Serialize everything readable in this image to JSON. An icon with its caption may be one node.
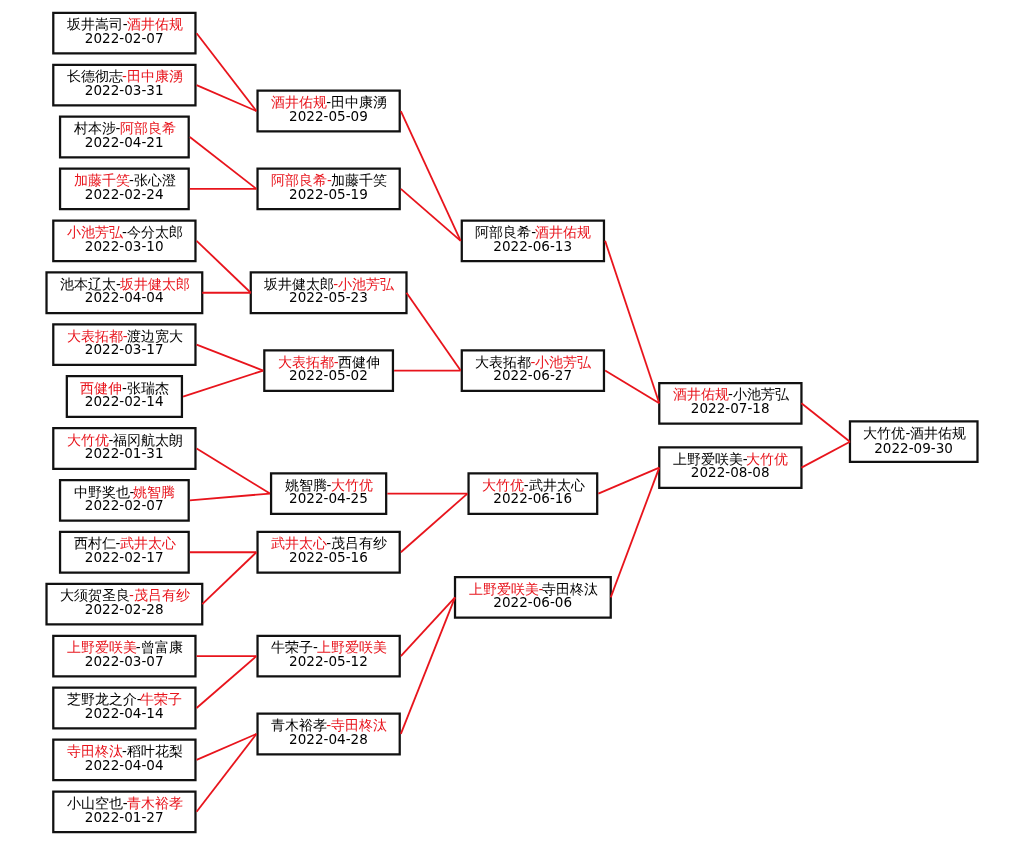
{
  "diagram": {
    "nodes": [
      {
        "text": [
          "坂井嵩司-酒井佑规",
          "2022-02-07"
        ]
      },
      {
        "text": [
          "长德彻志-田中康湧",
          "2022-03-31"
        ]
      },
      {
        "text": [
          "村本涉-阿部良希",
          "2022-04-21"
        ]
      },
      {
        "text": [
          "加藤千笑-张心澄",
          "2022-02-24"
        ]
      },
      {
        "text": [
          "小池芳弘-今分太郎",
          "2022-03-10"
        ]
      },
      {
        "text": [
          "池本辽太-坂井健太郎",
          "2022-04-04"
        ]
      },
      {
        "text": [
          "大表拓都-渡边宽大",
          "2022-03-17"
        ]
      },
      {
        "text": [
          "西健伸-张瑞杰",
          "2022-02-14"
        ]
      },
      {
        "text": [
          "大竹优-福冈航太朗",
          "2022-01-31"
        ]
      },
      {
        "text": [
          "中野奖也-姚智腾",
          "2022-02-07"
        ]
      },
      {
        "text": [
          "西村仁-武井太心",
          "2022-02-17"
        ]
      },
      {
        "text": [
          "大须贺圣良-茂吕有纱",
          "2022-02-28"
        ]
      },
      {
        "text": [
          "上野爱咲美-曾富康",
          "2022-03-07"
        ]
      },
      {
        "text": [
          "芝野龙之介-牛荣子",
          "2022-04-14"
        ]
      },
      {
        "text": [
          "寺田柊汰-稻叶花梨",
          "2022-04-04"
        ]
      },
      {
        "text": [
          "小山空也-青木裕孝",
          "2022-01-27"
        ]
      },
      {
        "text": [
          "酒井佑规-田中康湧",
          "2022-05-09"
        ]
      },
      {
        "text": [
          "阿部良希-加藤千笑",
          "2022-05-19"
        ]
      },
      {
        "text": [
          "坂井健太郎-小池芳弘",
          "2022-05-23"
        ]
      },
      {
        "text": [
          "大表拓都-西健伸",
          "2022-05-02"
        ]
      },
      {
        "text": [
          "姚智腾-大竹优",
          "2022-04-25"
        ]
      },
      {
        "text": [
          "武井太心-茂吕有纱",
          "2022-05-16"
        ]
      },
      {
        "text": [
          "牛荣子-上野爱咲美",
          "2022-05-12"
        ]
      },
      {
        "text": [
          "青木裕孝-寺田柊汰",
          "2022-04-28"
        ]
      },
      {
        "text": [
          "阿部良希-酒井佑规",
          "2022-06-13"
        ]
      },
      {
        "text": [
          "大表拓都-小池芳弘",
          "2022-06-27"
        ]
      },
      {
        "text": [
          "大竹优-武井太心",
          "2022-06-16"
        ]
      },
      {
        "text": [
          "上野爱咲美-寺田柊汰",
          "2022-06-06"
        ]
      },
      {
        "text": [
          "酒井佑规-小池芳弘",
          "2022-07-18"
        ]
      },
      {
        "text": [
          "上野爱咲美-大竹优",
          "2022-08-08"
        ]
      },
      {
        "text": [
          "大竹优-酒井佑规",
          "2022-09-30"
        ]
      }
    ],
    "edges": [
      {
        "from": 0,
        "to": 16,
        "arrow": "none"
      },
      {
        "from": 1,
        "to": 16,
        "arrow": "none"
      },
      {
        "from": 2,
        "to": 17,
        "arrow": "none"
      },
      {
        "from": 3,
        "to": 17,
        "arrow": "none"
      },
      {
        "from": 4,
        "to": 18,
        "arrow": "none"
      },
      {
        "from": 5,
        "to": 18,
        "arrow": "none"
      },
      {
        "from": 6,
        "to": 19,
        "arrow": "none"
      },
      {
        "from": 7,
        "to": 19,
        "arrow": "none"
      },
      {
        "from": 8,
        "to": 20,
        "arrow": "none"
      },
      {
        "from": 9,
        "to": 20,
        "arrow": "none"
      },
      {
        "from": 10,
        "to": 21,
        "arrow": "none"
      },
      {
        "from": 11,
        "to": 21,
        "arrow": "none"
      },
      {
        "from": 12,
        "to": 22,
        "arrow": "none"
      },
      {
        "from": 13,
        "to": 22,
        "arrow": "none"
      },
      {
        "from": 14,
        "to": 23,
        "arrow": "none"
      },
      {
        "from": 15,
        "to": 23,
        "arrow": "none"
      },
      {
        "from": 16,
        "to": 24,
        "arrow": "none"
      },
      {
        "from": 17,
        "to": 24,
        "arrow": "none"
      },
      {
        "from": 18,
        "to": 25,
        "arrow": "none"
      },
      {
        "from": 19,
        "to": 25,
        "arrow": "none"
      },
      {
        "from": 20,
        "to": 26,
        "arrow": "none"
      },
      {
        "from": 21,
        "to": 26,
        "arrow": "none"
      },
      {
        "from": 22,
        "to": 27,
        "arrow": "none"
      },
      {
        "from": 23,
        "to": 27,
        "arrow": "none"
      },
      {
        "from": 24,
        "to": 28,
        "arrow": "none"
      },
      {
        "from": 25,
        "to": 28,
        "arrow": "none"
      },
      {
        "from": 26,
        "to": 29,
        "arrow": "none"
      },
      {
        "from": 27,
        "to": 29,
        "arrow": "none"
      },
      {
        "from": 28,
        "to": 30,
        "arrow": "none"
      },
      {
        "from": 29,
        "to": 30,
        "arrow": "none"
      }
    ]
  }
}
